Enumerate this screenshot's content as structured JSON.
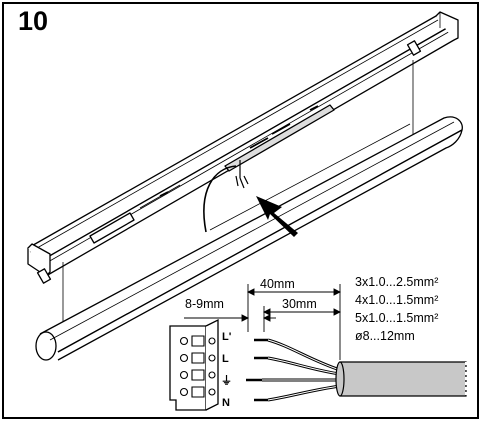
{
  "step_number": "10",
  "dimensions": {
    "strip_length_1": "40mm",
    "strip_length_2": "30mm",
    "strip_length_3": "8-9mm"
  },
  "cable_specs": [
    "3x1.0...2.5mm²",
    "4x1.0...1.5mm²",
    "5x1.0...1.5mm²",
    "ø8...12mm"
  ],
  "terminals": [
    "L'",
    "L",
    "⏚",
    "N"
  ]
}
